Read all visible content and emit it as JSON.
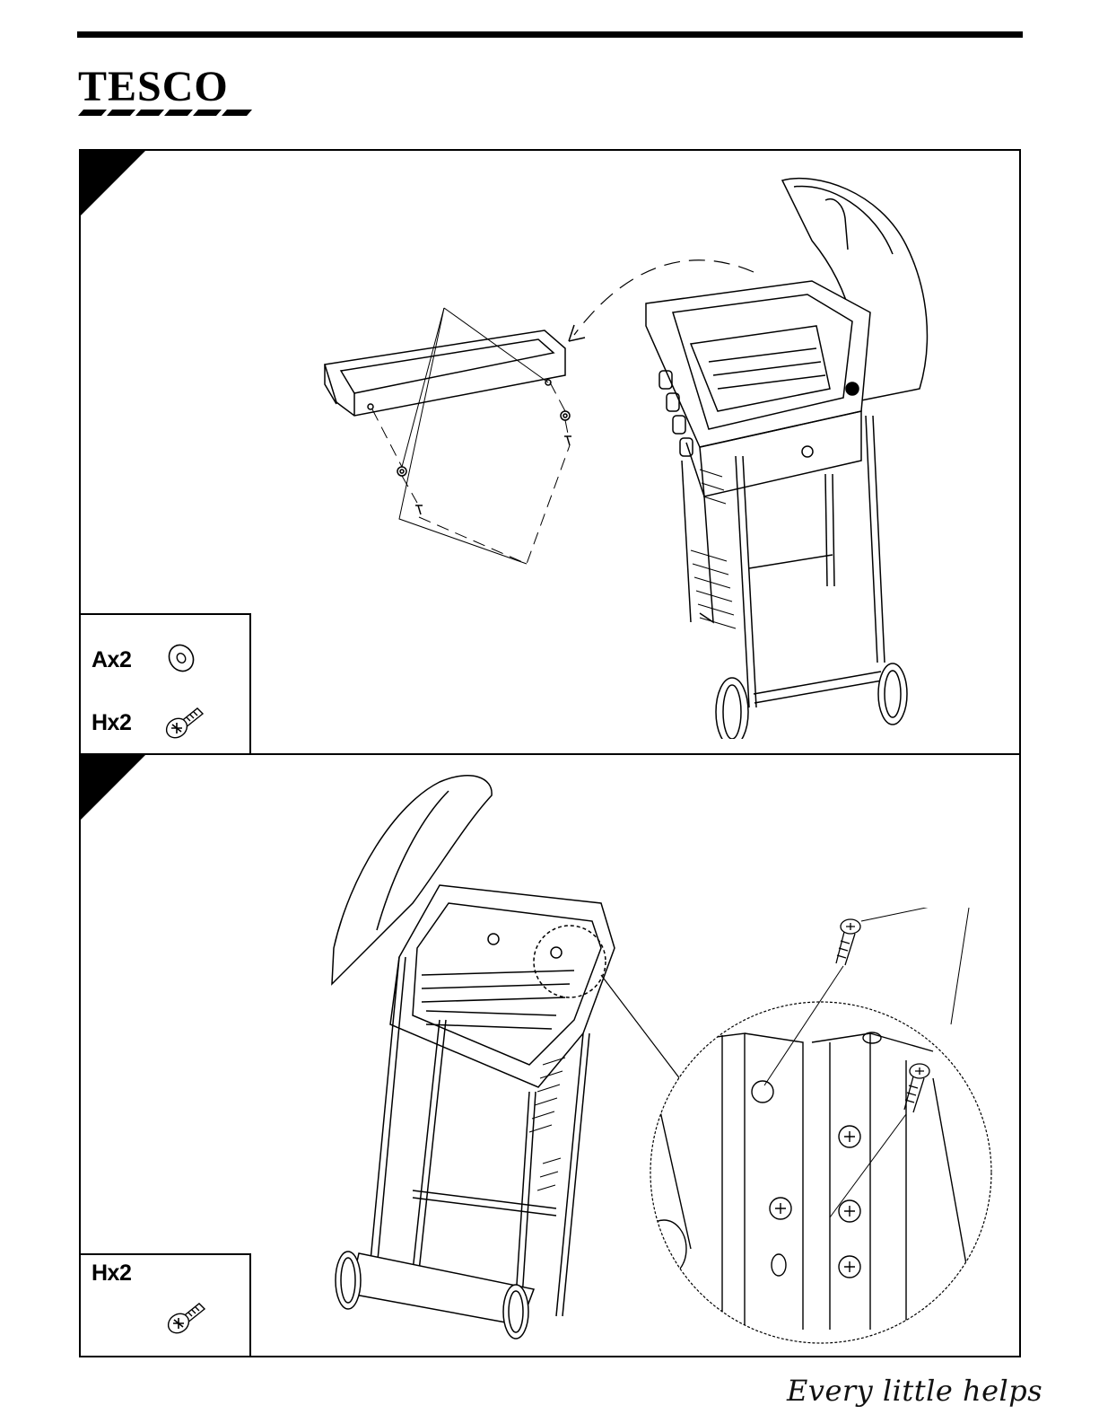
{
  "header": {
    "brand": "TESCO"
  },
  "steps": [
    {
      "parts": [
        {
          "label": "Ax2",
          "icon": "washer-icon"
        },
        {
          "label": "Hx2",
          "icon": "screw-icon"
        }
      ]
    },
    {
      "parts": [
        {
          "label": "Hx2",
          "icon": "screw-icon"
        }
      ]
    }
  ],
  "footer": {
    "slogan": "Every little helps"
  }
}
